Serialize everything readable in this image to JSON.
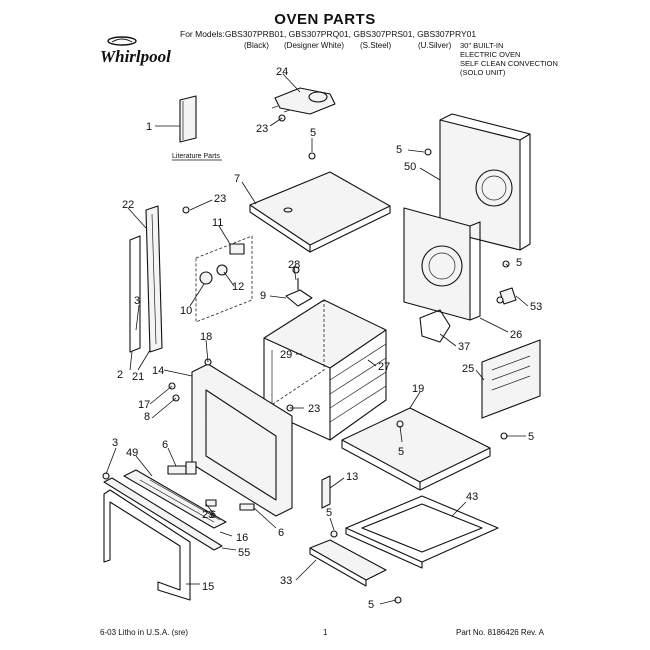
{
  "header": {
    "title": "OVEN PARTS",
    "models_line": "For Models:GBS307PRB01, GBS307PRQ01, GBS307PRS01, GBS307PRY01",
    "finishes": [
      "(Black)",
      "(Designer White)",
      "(S.Steel)",
      "(U.Silver)"
    ],
    "description": [
      "30\" BUILT-IN",
      "ELECTRIC OVEN",
      "SELF CLEAN CONVECTION",
      "(SOLO UNIT)"
    ],
    "logo_text": "Whirlpool"
  },
  "literature_label": "Literature Parts",
  "callouts": [
    "1",
    "2",
    "3",
    "3",
    "5",
    "5",
    "5",
    "5",
    "5",
    "5",
    "5",
    "6",
    "6",
    "6",
    "7",
    "8",
    "9",
    "10",
    "11",
    "12",
    "13",
    "14",
    "15",
    "16",
    "17",
    "18",
    "19",
    "21",
    "22",
    "23",
    "23",
    "23",
    "23",
    "24",
    "25",
    "26",
    "27",
    "28",
    "29",
    "33",
    "37",
    "43",
    "49",
    "50",
    "53",
    "55"
  ],
  "footer": {
    "left": "6-03 Litho in U.S.A. (sre)",
    "page": "1",
    "right": "Part No. 8186426 Rev. A"
  }
}
